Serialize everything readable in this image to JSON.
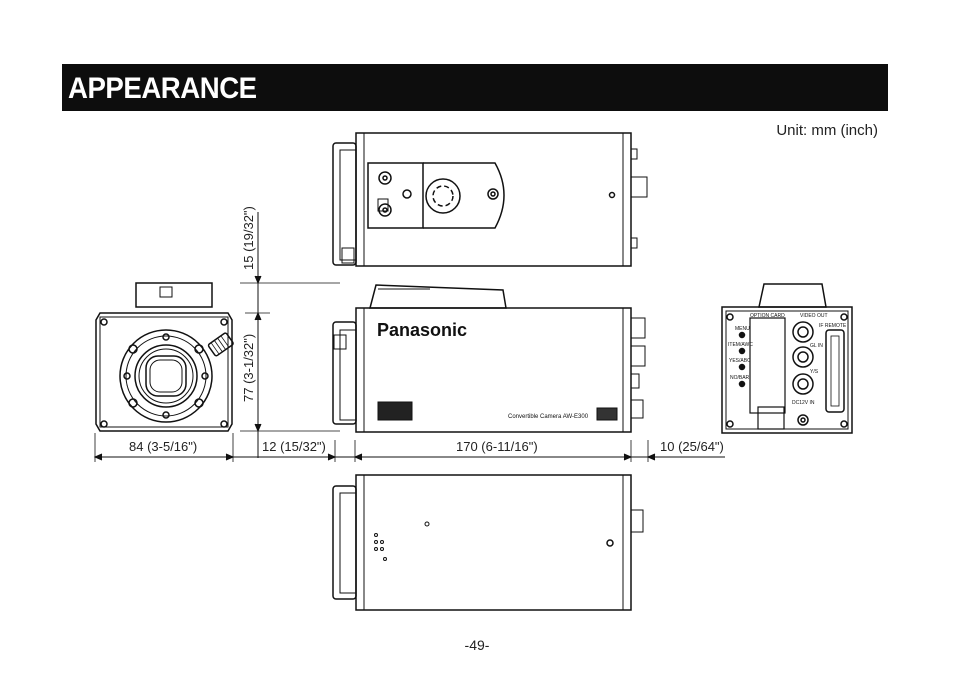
{
  "header": {
    "title": "APPEARANCE"
  },
  "unit_note": "Unit: mm (inch)",
  "dimensions": {
    "height_top": "15 (19/32\")",
    "height_front": "77 (3-1/32\")",
    "width_front": "84 (3-5/16\")",
    "lens_mount_depth": "12 (15/32\")",
    "body_length": "170 (6-11/16\")",
    "rear_depth": "10 (25/64\")"
  },
  "camera": {
    "brand": "Panasonic",
    "model_label": "Convertible Camera AW-E300"
  },
  "rear_panel": {
    "option_card": "OPTION CARD",
    "video_out": "VIDEO OUT",
    "menu": "MENU",
    "item_awc": "ITEM/AWC",
    "yes_abc": "YES/ABC",
    "no_bar": "NO/BAR",
    "ir_remote": "IF REMOTE",
    "gl_in": "GL IN",
    "ys": "Y/S",
    "dc_in": "DC12V IN"
  },
  "footer": {
    "page_number": "-49-"
  }
}
